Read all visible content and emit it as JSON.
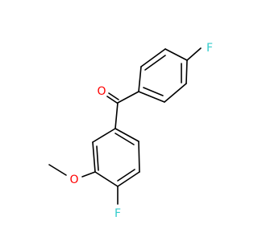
{
  "molecule": {
    "atoms": {
      "oxygen_carbonyl": {
        "label": "O",
        "color": "#ff0000"
      },
      "fluorine_top": {
        "label": "F",
        "color": "#33cccc"
      },
      "oxygen_methoxy": {
        "label": "O",
        "color": "#ff0000"
      },
      "fluorine_bottom": {
        "label": "F",
        "color": "#33cccc"
      }
    },
    "bond_color": "#000000"
  }
}
